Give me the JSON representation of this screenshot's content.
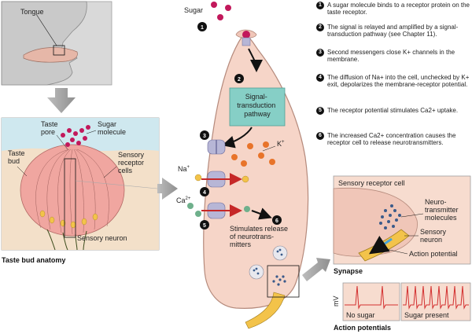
{
  "labels": {
    "tongue": "Tongue",
    "taste_pore": "Taste\npore",
    "sugar_molecule": "Sugar\nmolecule",
    "taste_bud": "Taste\nbud",
    "sensory_receptor_cells": "Sensory\nreceptor\ncells",
    "sensory_neuron_left": "Sensory neuron",
    "taste_bud_anatomy": "Taste bud anatomy",
    "sugar": "Sugar",
    "signal_transduction": "Signal-\ntransduction\npathway",
    "k_plus": "K",
    "k_plus_sup": "+",
    "na_plus": "Na",
    "na_plus_sup": "+",
    "ca_2plus": "Ca",
    "ca_2plus_sup": "2+",
    "stimulates_release": "Stimulates release\nof neurotrans-\nmitters",
    "sensory_receptor_cell": "Sensory receptor cell",
    "neurotransmitter_molecules": "Neuro-\ntransmitter\nmolecules",
    "sensory_neuron_right": "Sensory\nneuron",
    "action_potential": "Action potential",
    "synapse": "Synapse",
    "mv": "mV",
    "no_sugar": "No sugar",
    "sugar_present": "Sugar present",
    "action_potentials": "Action potentials"
  },
  "diagram_numbers": [
    "1",
    "2",
    "3",
    "4",
    "5",
    "6"
  ],
  "steps": [
    {
      "num": "1",
      "text": "A sugar molecule binds to a receptor protein on the taste receptor."
    },
    {
      "num": "2",
      "text": "The signal is relayed and amplified by a signal-transduction pathway (see Chapter 11)."
    },
    {
      "num": "3",
      "text": "Second messengers close K+ channels in the membrane."
    },
    {
      "num": "4",
      "text": "The diffusion of Na+ into the cell, unchecked by K+ exit, depolarizes the membrane-receptor potential."
    },
    {
      "num": "5",
      "text": "The receptor potential stimulates Ca2+ uptake."
    },
    {
      "num": "6",
      "text": "The increased Ca2+ concentration causes the receptor cell to release neurotransmitters."
    }
  ],
  "colors": {
    "cell_fill": "#f6d5c8",
    "cell_stroke": "#b58a7c",
    "sugar": "#c2185b",
    "k_ion": "#e8742a",
    "na_ion": "#f3c34a",
    "ca_ion": "#6fb08c",
    "pathway_box": "#86cfc6",
    "channel": "#b7b6d6",
    "arrow_red": "#c62828",
    "panel_bg": "#f7dccf",
    "trace": "#d32f2f"
  }
}
